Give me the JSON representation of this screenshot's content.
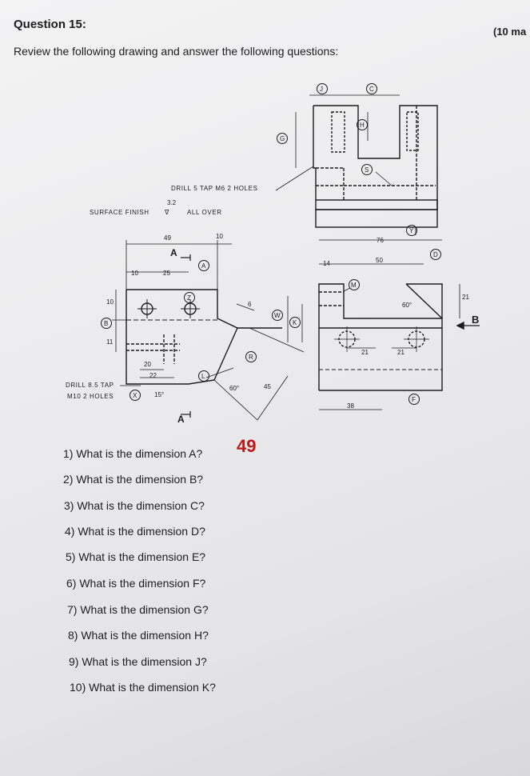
{
  "question": {
    "title": "Question 15:",
    "marks": "(10 ma",
    "instructions": "Review the following drawing and answer the following questions:"
  },
  "drawing": {
    "notes": {
      "drill_m6": "DRILL 5 TAP M6 2 HOLES",
      "surface_finish": "SURFACE FINISH",
      "finish_value": "3.2",
      "finish_symbol": "∇",
      "all_over": "ALL OVER",
      "drill_m10_line1": "DRILL 8.5 TAP",
      "drill_m10_line2": "M10 2 HOLES"
    },
    "dims": {
      "d49": "49",
      "d10_top": "10",
      "d10_left": "10",
      "d25": "25",
      "d10_vert": "10",
      "d11": "11",
      "d20": "20",
      "d22": "22",
      "d15deg": "15°",
      "d6": "6",
      "d60deg_front": "60°",
      "d45": "45",
      "d76": "76",
      "d14": "14",
      "d50": "50",
      "d60deg_side": "60°",
      "d21_vert": "21",
      "d21_a": "21",
      "d21_b": "21",
      "d38": "38",
      "arrow_b": "B",
      "section_a": "A"
    },
    "balloons": {
      "J": "J",
      "C": "C",
      "G": "G",
      "H": "H",
      "S": "S",
      "Y": "Y",
      "D": "D",
      "M": "M",
      "W": "W",
      "K": "K",
      "F": "F",
      "A": "A",
      "Z": "Z",
      "B": "B",
      "R": "R",
      "L": "L",
      "X": "X"
    }
  },
  "questions": [
    "1)  What is the dimension A?",
    "2)  What is the dimension B?",
    "3)  What is the dimension C?",
    "4)  What is the dimension D?",
    "5)  What is the dimension E?",
    "6)  What is the dimension F?",
    "7)  What is the dimension G?",
    "8)  What is the dimension H?",
    "9)  What is the dimension J?",
    "10) What is the dimension K?"
  ],
  "handwritten_answer": "49"
}
